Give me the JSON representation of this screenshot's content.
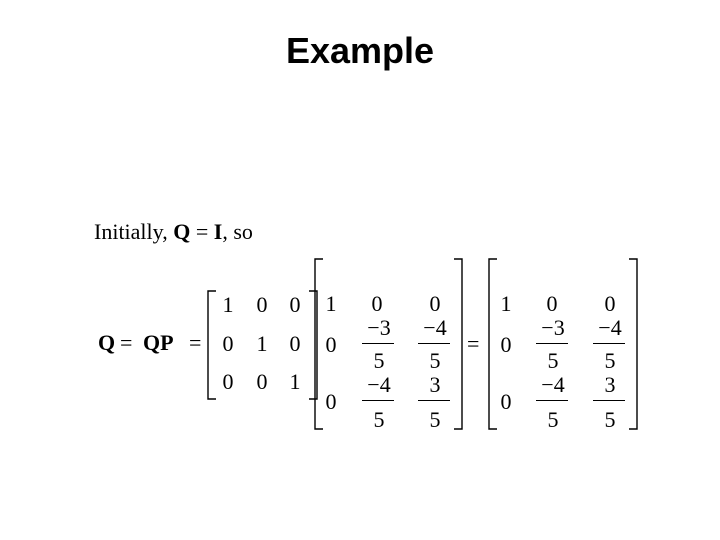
{
  "title": "Example",
  "intro": {
    "word": "Initially,",
    "Q": "Q",
    "eq": "=",
    "I": "I",
    "tail": ", so"
  },
  "equation": {
    "lhs": "Q",
    "eq1": "=",
    "rhs_label": "QP",
    "eq2": "=",
    "eq3": "=",
    "identity": [
      [
        "1",
        "0",
        "0"
      ],
      [
        "0",
        "1",
        "0"
      ],
      [
        "0",
        "0",
        "1"
      ]
    ],
    "rotation": {
      "r1": [
        "1",
        "0",
        "0"
      ],
      "r2c1": "0",
      "r2c2": {
        "num": "−3",
        "den": "5"
      },
      "r2c3": {
        "num": "−4",
        "den": "5"
      },
      "r3c1": "0",
      "r3c2": {
        "num": "−4",
        "den": "5"
      },
      "r3c3": {
        "num": "3",
        "den": "5"
      }
    },
    "result": {
      "r1": [
        "1",
        "0",
        "0"
      ],
      "r2c1": "0",
      "r2c2": {
        "num": "−3",
        "den": "5"
      },
      "r2c3": {
        "num": "−4",
        "den": "5"
      },
      "r3c1": "0",
      "r3c2": {
        "num": "−4",
        "den": "5"
      },
      "r3c3": {
        "num": "3",
        "den": "5"
      }
    }
  }
}
